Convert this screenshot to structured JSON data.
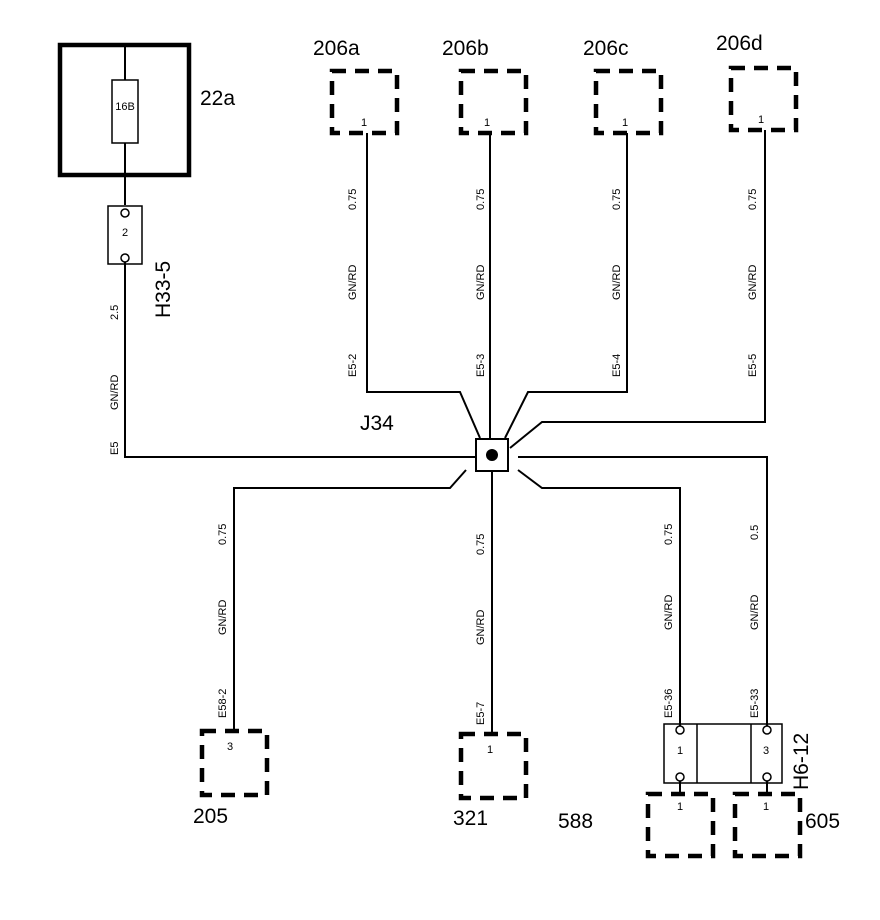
{
  "fuse_box": {
    "id": "22a",
    "fuse": "16B"
  },
  "h33": {
    "id": "H33-5",
    "pin": "2"
  },
  "main_wire": {
    "size": "2.5",
    "color": "GN/RD",
    "circuit": "E5"
  },
  "junction": {
    "id": "J34"
  },
  "connectors_top": [
    {
      "id": "206a",
      "pin": "1",
      "size": "0.75",
      "color": "GN/RD",
      "circuit": "E5-2"
    },
    {
      "id": "206b",
      "pin": "1",
      "size": "0.75",
      "color": "GN/RD",
      "circuit": "E5-3"
    },
    {
      "id": "206c",
      "pin": "1",
      "size": "0.75",
      "color": "GN/RD",
      "circuit": "E5-4"
    },
    {
      "id": "206d",
      "pin": "1",
      "size": "0.75",
      "color": "GN/RD",
      "circuit": "E5-5"
    }
  ],
  "connectors_bottom": [
    {
      "id": "205",
      "pin": "3",
      "size": "0.75",
      "color": "GN/RD",
      "circuit": "E58-2"
    },
    {
      "id": "321",
      "pin": "1",
      "size": "0.75",
      "color": "GN/RD",
      "circuit": "E5-7"
    }
  ],
  "h6": {
    "id": "H6-12",
    "pins": [
      "1",
      "3"
    ],
    "wires": [
      {
        "size": "0.75",
        "color": "GN/RD",
        "circuit": "E5-36"
      },
      {
        "size": "0.5",
        "color": "GN/RD",
        "circuit": "E5-33"
      }
    ]
  },
  "bottom_right": [
    {
      "id": "588",
      "pin": "1"
    },
    {
      "id": "605",
      "pin": "1"
    }
  ]
}
